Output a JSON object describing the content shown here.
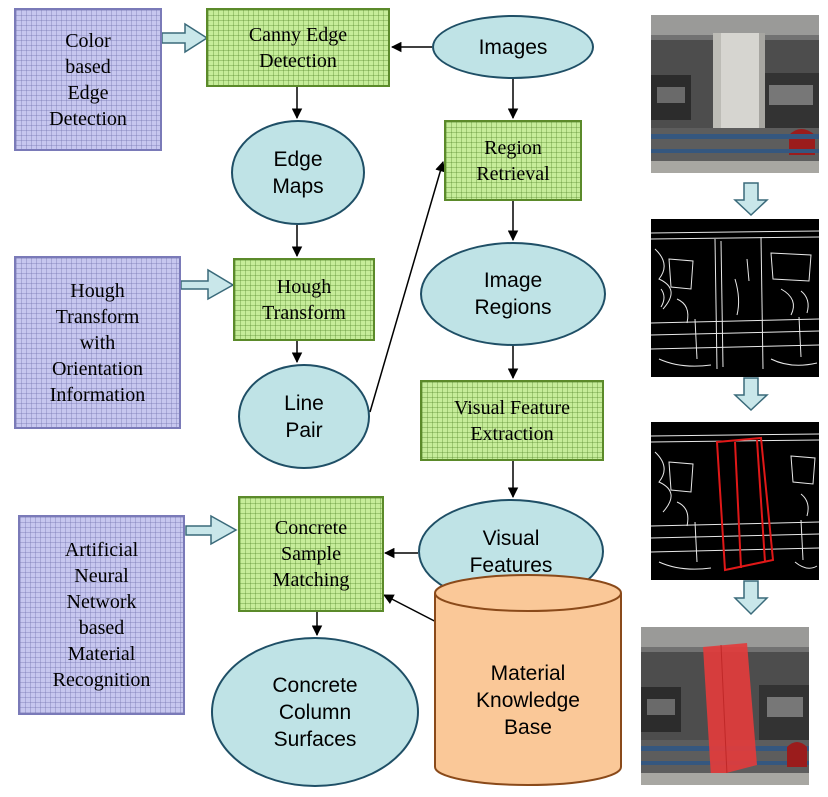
{
  "diagram": {
    "left_inputs": {
      "color_edge": "Color\nbased\nEdge\nDetection",
      "hough_orientation": "Hough\nTransform\nwith\nOrientation\nInformation",
      "ann_material": "Artificial\nNeural\nNetwork\nbased\nMaterial\nRecognition"
    },
    "processes": {
      "canny": "Canny Edge\nDetection",
      "hough": "Hough\nTransform",
      "concrete_matching": "Concrete\nSample\nMatching",
      "region_retrieval": "Region\nRetrieval",
      "visual_feature_extraction": "Visual Feature\nExtraction"
    },
    "data_nodes": {
      "images": "Images",
      "edge_maps": "Edge\nMaps",
      "line_pair": "Line\nPair",
      "image_regions": "Image\nRegions",
      "visual_features": "Visual\nFeatures",
      "concrete_column_surfaces": "Concrete\nColumn\nSurfaces"
    },
    "database": {
      "material_kb": "Material\nKnowledge\nBase"
    }
  },
  "colors": {
    "process_fill": "#c6ec9a",
    "input_fill": "#c7c7ef",
    "data_fill": "#bfe3e6",
    "database_fill": "#fac898",
    "arrow_fill": "#c9e7ea"
  },
  "photo_sequence": [
    "original-photo",
    "edge-map-photo",
    "detected-column-photo",
    "recognized-surface-photo"
  ]
}
